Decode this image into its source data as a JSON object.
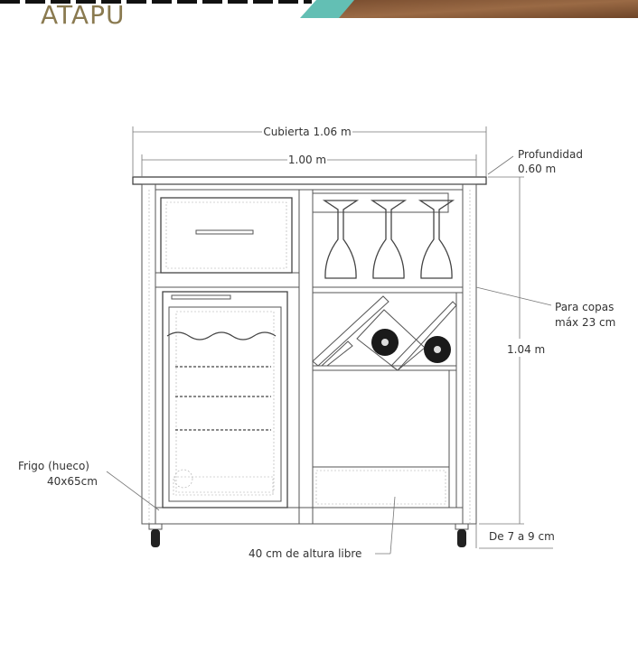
{
  "brand": {
    "logo_text": "ATAPU",
    "accent_color": "#63bfb4",
    "logo_color": "#8a7a50"
  },
  "dimensions": {
    "cubierta": "Cubierta 1.06 m",
    "width": "1.00 m",
    "profundidad_label": "Profundidad",
    "profundidad_value": "0.60 m",
    "copas_line1": "Para copas",
    "copas_line2": "máx 23 cm",
    "height": "1.04 m",
    "wheels": "De 7 a 9 cm",
    "altura_libre": "40 cm de altura libre",
    "frigo_line1": "Frigo (hueco)",
    "frigo_line2": "40x65cm"
  }
}
